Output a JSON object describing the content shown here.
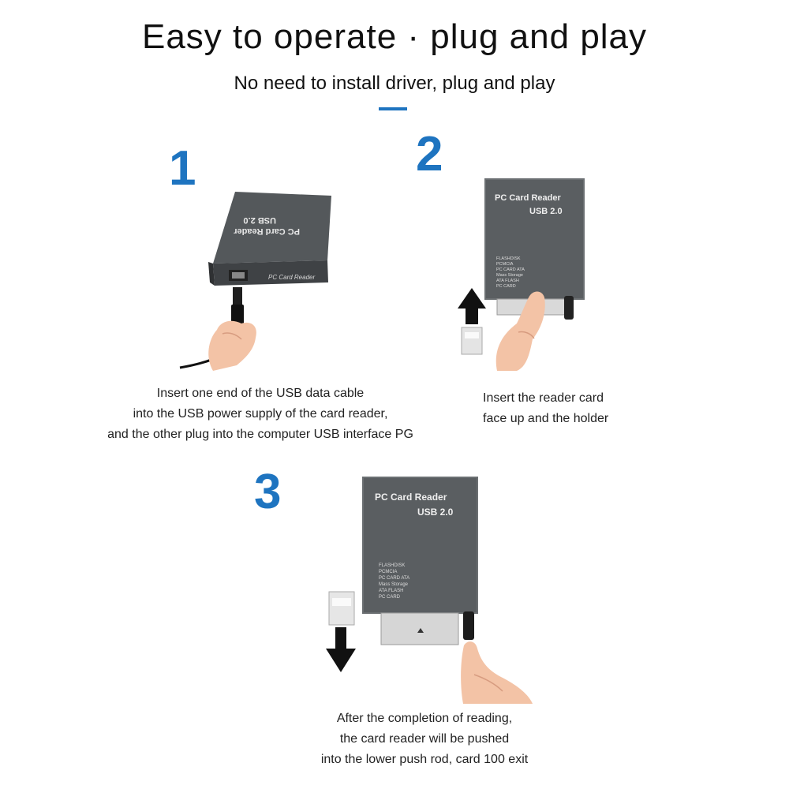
{
  "header": {
    "title": "Easy to operate · plug and play",
    "subtitle": "No need to install driver, plug and play"
  },
  "steps": [
    {
      "number": "1",
      "device_label": "PC Card Reader",
      "device_model": "USB 2.0",
      "front_label": "PC Card Reader",
      "caption": [
        "Insert one end of the USB data cable",
        "into the USB power supply of the card reader,",
        "and the other plug into the computer USB interface PG"
      ]
    },
    {
      "number": "2",
      "device_label": "PC Card Reader",
      "device_model": "USB 2.0",
      "specs": [
        "FLASHDISK",
        "PCMCIA",
        "PC CARD ATA",
        "Mass Storage",
        "ATA FLASH",
        "PC CARD"
      ],
      "caption": [
        "Insert the reader card",
        "face up and the holder"
      ]
    },
    {
      "number": "3",
      "device_label": "PC Card Reader",
      "device_model": "USB 2.0",
      "specs": [
        "FLASHDISK",
        "PCMCIA",
        "PC CARD ATA",
        "Mass Storage",
        "ATA FLASH",
        "PC CARD"
      ],
      "caption": [
        "After the completion of reading,",
        "the card reader will be pushed",
        "into the lower push rod, card 100 exit"
      ]
    }
  ],
  "colors": {
    "accent": "#1e74c0",
    "device": "#55595c",
    "skin": "#f3c3a6"
  }
}
